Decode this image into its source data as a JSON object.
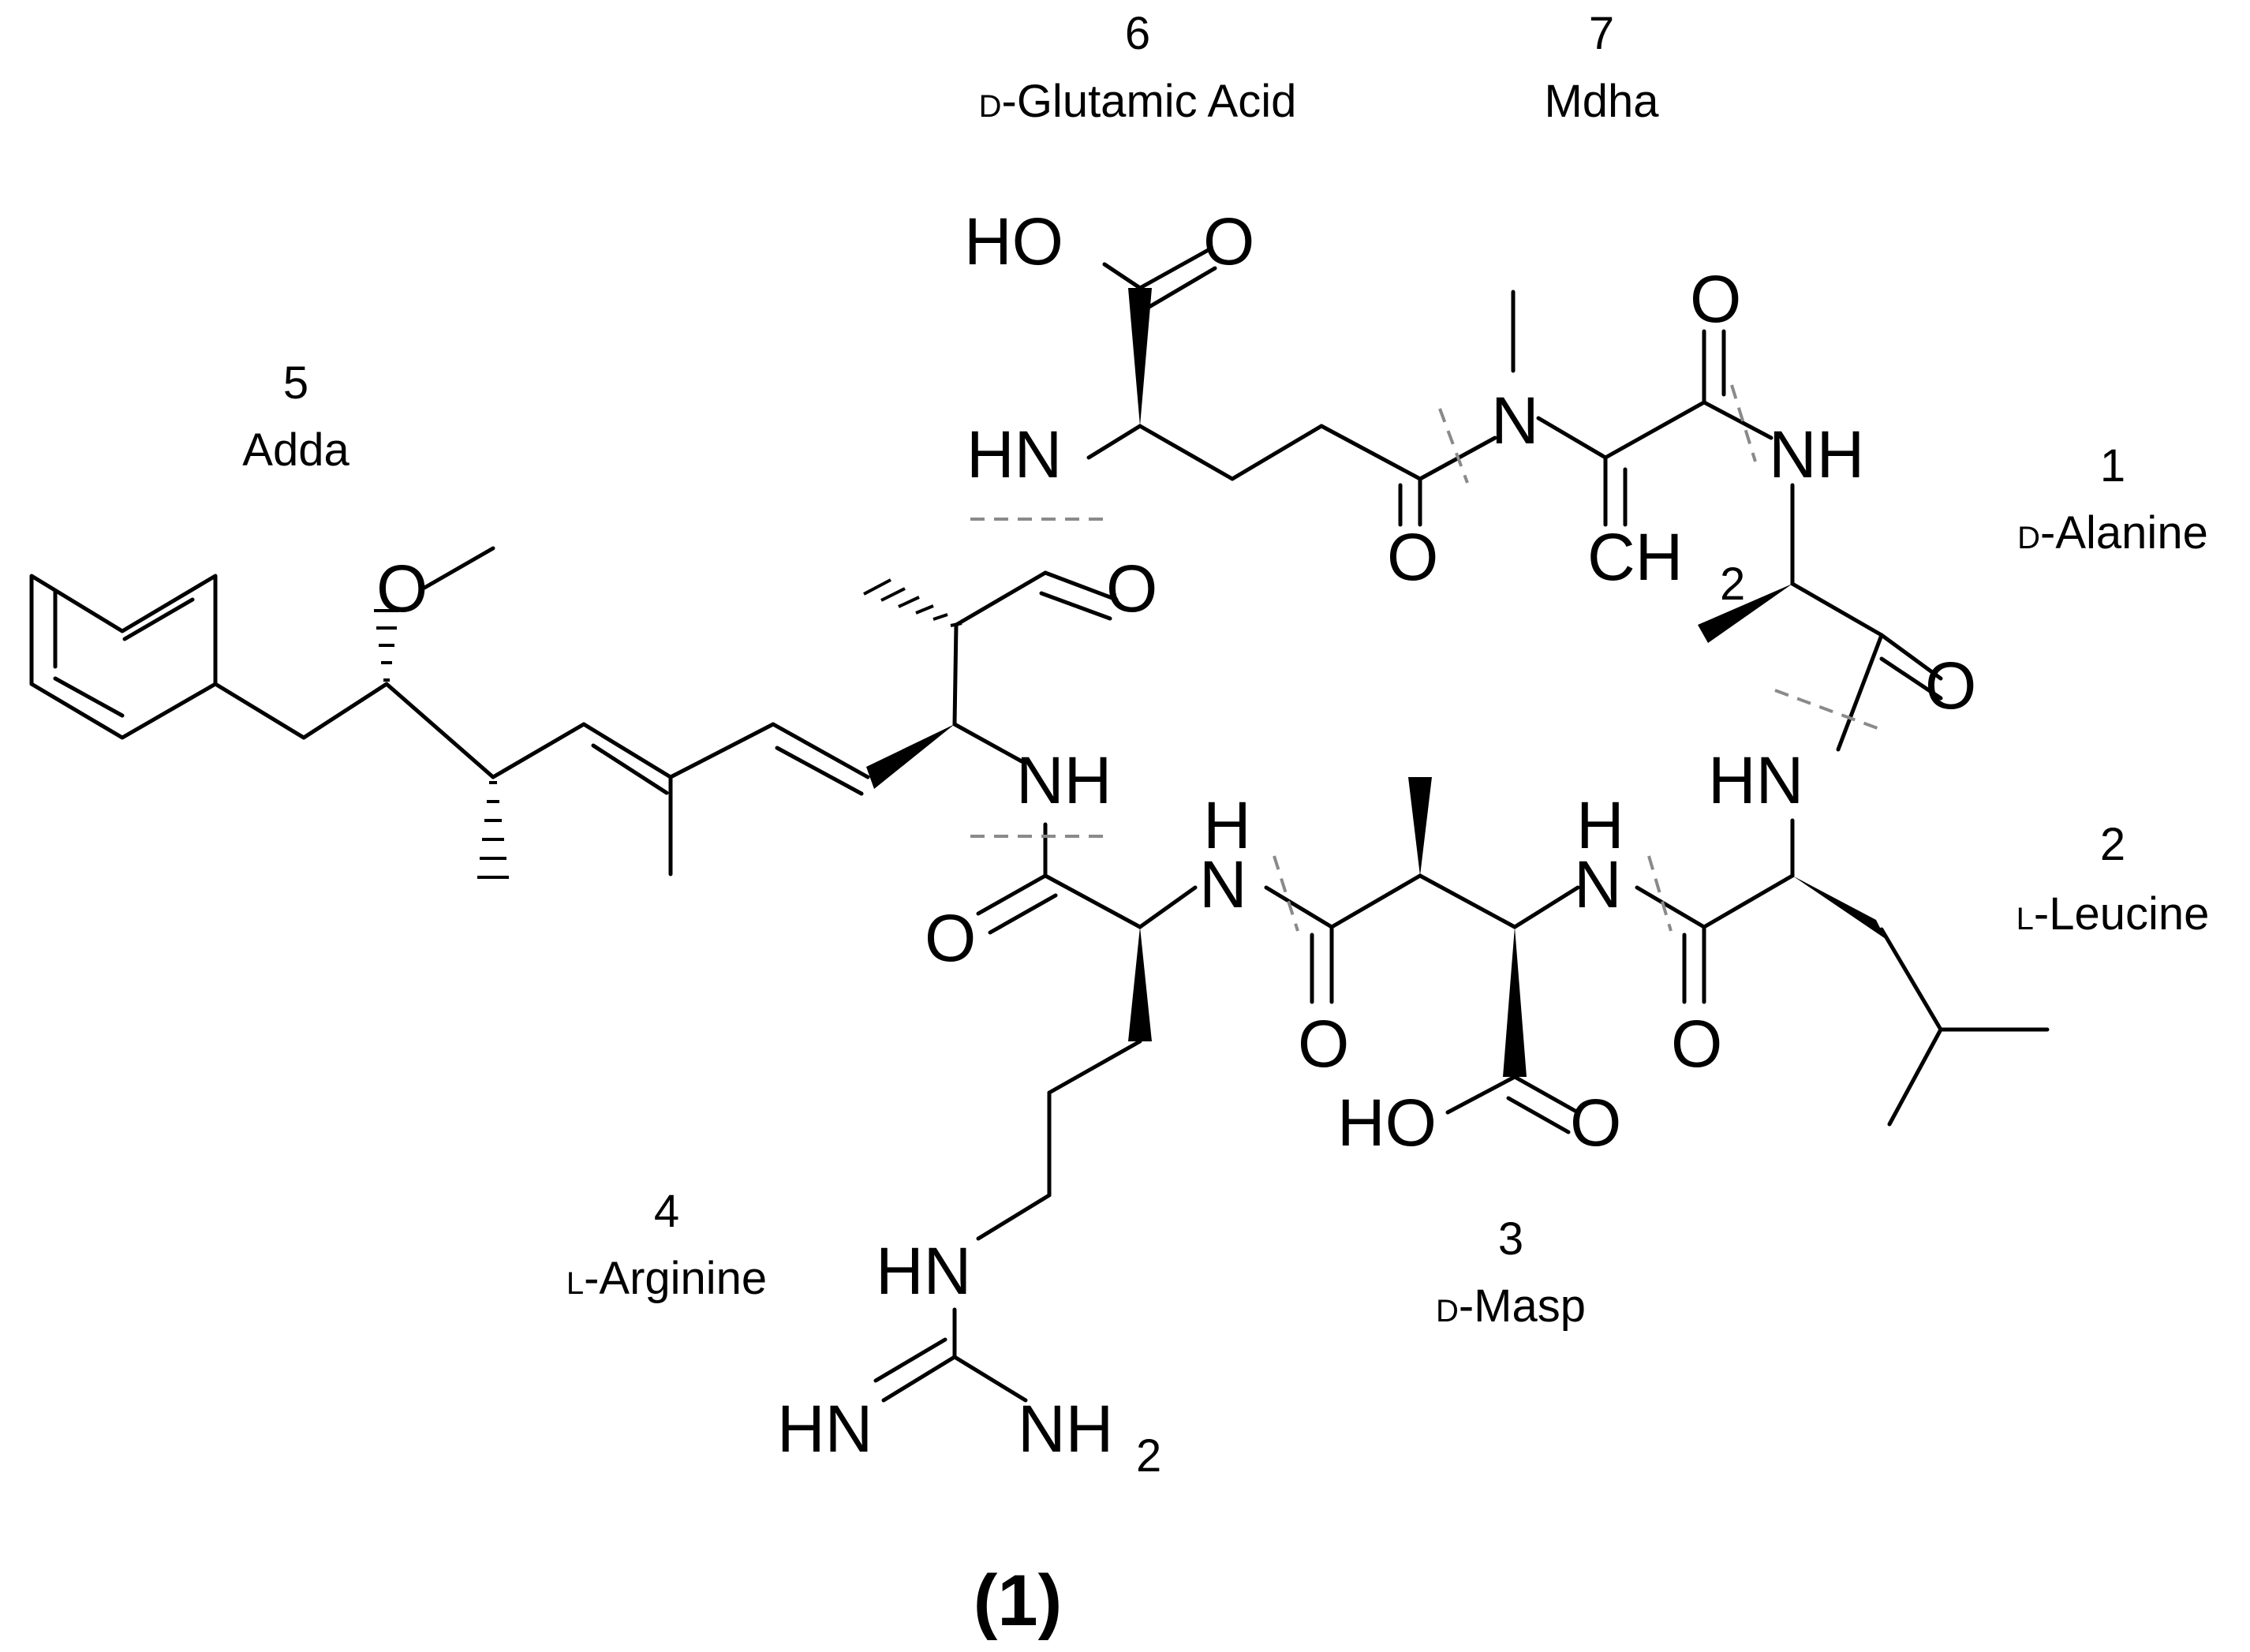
{
  "residues": [
    {
      "number": "1",
      "prefix": "D",
      "name": "-Alanine"
    },
    {
      "number": "2",
      "prefix": "L",
      "name": "-Leucine"
    },
    {
      "number": "3",
      "prefix": "D",
      "name": "-Masp"
    },
    {
      "number": "4",
      "prefix": "L",
      "name": "-Arginine"
    },
    {
      "number": "5",
      "prefix": "",
      "name": "Adda"
    },
    {
      "number": "6",
      "prefix": "D",
      "name": "-Glutamic Acid"
    },
    {
      "number": "7",
      "prefix": "",
      "name": "Mdha"
    }
  ],
  "atoms": {
    "HO": "HO",
    "O": "O",
    "N": "N",
    "NH": "NH",
    "HN": "HN",
    "H": "H",
    "CH": "CH",
    "NH2_base": "NH",
    "sub2": "2"
  },
  "compound_label": "(1)",
  "colors": {
    "ink": "#000000",
    "cleavage_mark": "#8a8a8a",
    "background": "#ffffff"
  }
}
